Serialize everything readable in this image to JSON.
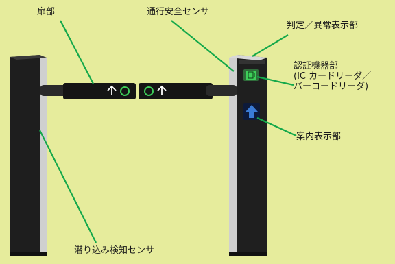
{
  "labels": {
    "door": "扉部",
    "passage_sensor": "通行安全センサ",
    "judgement_display": "判定／異常表示部",
    "auth_unit_line1": "認証機器部",
    "auth_unit_line2": "(IC カードリーダ／",
    "auth_unit_line3": "バーコードリーダ)",
    "guide_display": "案内表示部",
    "sneak_sensor": "潜り込み検知センサ"
  },
  "door_arrow_glyph": "↑",
  "colors": {
    "background": "#e6ec9c",
    "leader_line": "#14a84a",
    "cabinet_dark": "#1c1c1c",
    "cabinet_light": "#c8c8c8",
    "indicator_green": "#3ecf5a",
    "guide_arrow": "#3a7bd5"
  },
  "icons": [
    "up-arrow-icon",
    "circle-ok-icon",
    "card-reader-icon",
    "guide-up-arrow-icon"
  ]
}
